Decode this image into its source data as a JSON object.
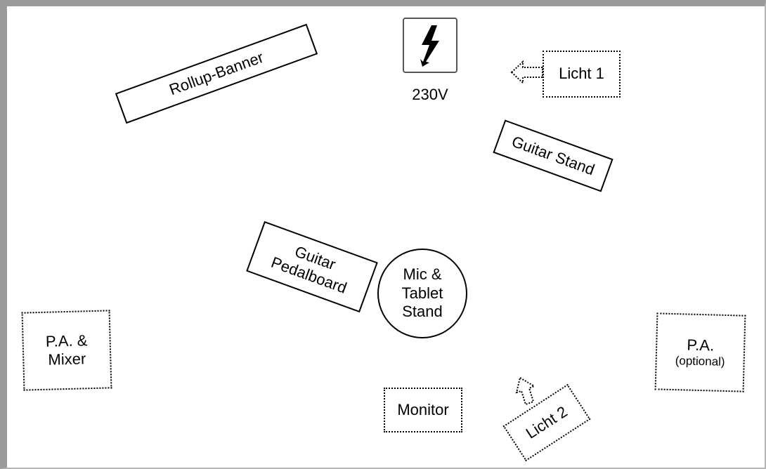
{
  "stage_plan": {
    "rollup_banner": "Rollup-Banner",
    "power": {
      "label": "230V",
      "icon": "lightning-icon"
    },
    "light_1": "Licht 1",
    "guitar_stand": "Guitar Stand",
    "guitar_pedalboard": {
      "line1": "Guitar",
      "line2": "Pedalboard"
    },
    "mic_tablet_stand": {
      "line1": "Mic &",
      "line2": "Tablet",
      "line3": "Stand"
    },
    "pa_mixer": {
      "line1": "P.A. &",
      "line2": "Mixer"
    },
    "pa_optional": {
      "line1": "P.A.",
      "line2": "(optional)"
    },
    "monitor": "Monitor",
    "light_2": "Licht 2"
  }
}
